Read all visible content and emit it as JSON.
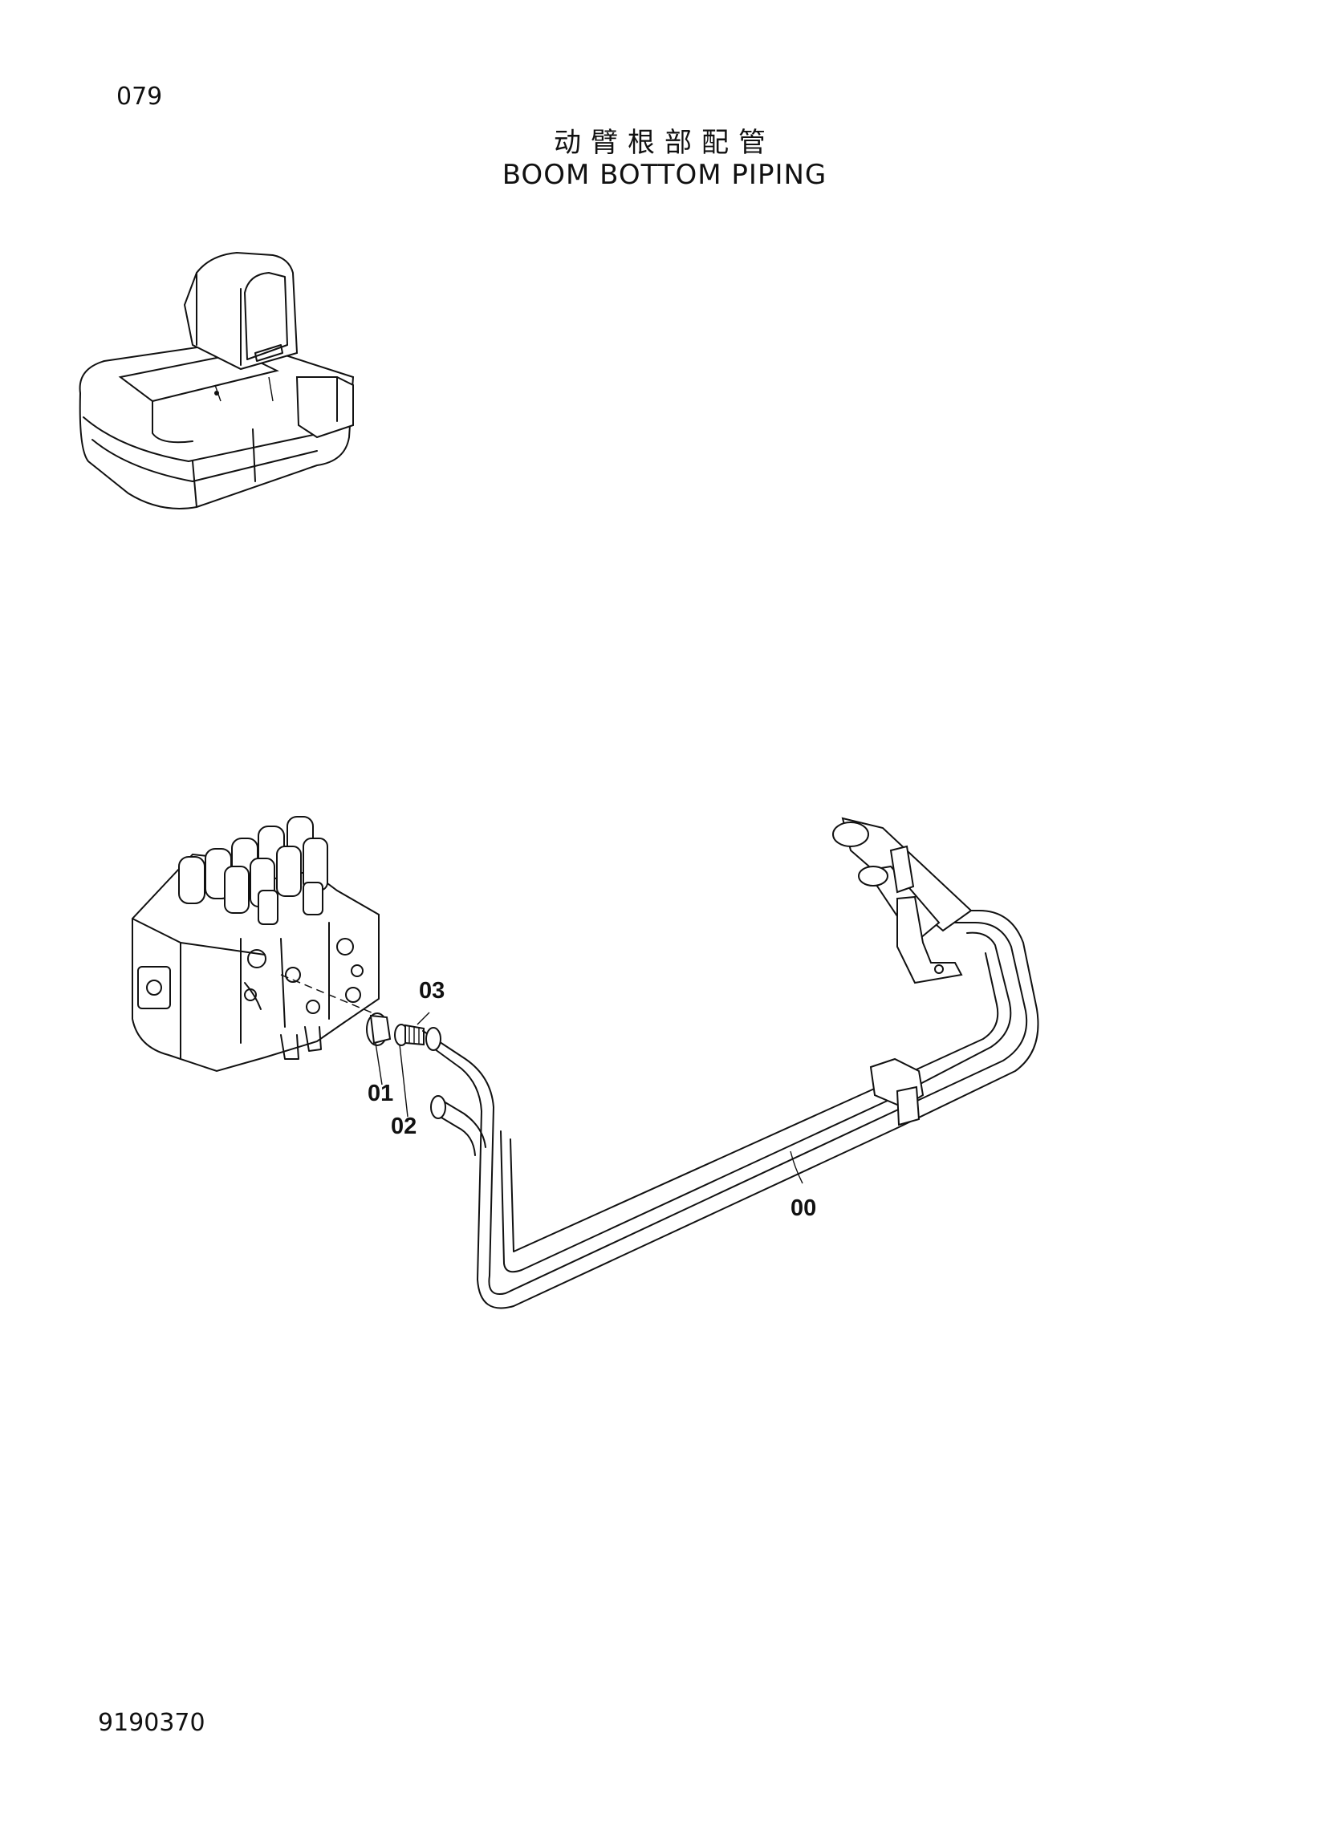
{
  "header": {
    "page_number": "079",
    "title_cn": "动臂根部配管",
    "title_en": "BOOM BOTTOM PIPING"
  },
  "callouts": [
    {
      "id": "00",
      "label": "00"
    },
    {
      "id": "01",
      "label": "01"
    },
    {
      "id": "02",
      "label": "02"
    },
    {
      "id": "03",
      "label": "03"
    }
  ],
  "footer": {
    "doc_code": "9190370"
  }
}
